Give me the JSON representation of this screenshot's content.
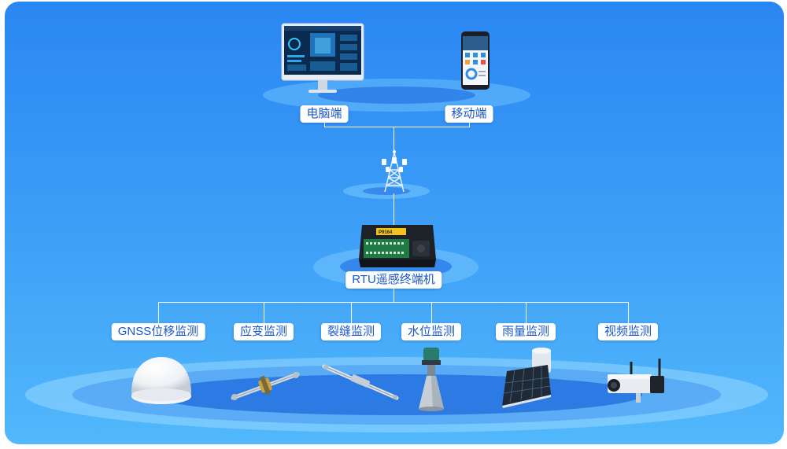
{
  "top": {
    "computer_label": "电脑端",
    "mobile_label": "移动端"
  },
  "rtu": {
    "label": "RTU遥感终端机",
    "device_badge": "P9164"
  },
  "sensors": [
    {
      "label": "GNSS位移监测",
      "icon": "gnss-dome-icon"
    },
    {
      "label": "应变监测",
      "icon": "strain-gauge-icon"
    },
    {
      "label": "裂缝监测",
      "icon": "crack-meter-icon"
    },
    {
      "label": "水位监测",
      "icon": "radar-level-icon"
    },
    {
      "label": "雨量监测",
      "icon": "rain-gauge-icon"
    },
    {
      "label": "视频监测",
      "icon": "camera-icon"
    }
  ],
  "colors": {
    "label_text": "#1b57c9",
    "background_top": "#2a86f2",
    "background_bottom": "#52b8fb"
  }
}
